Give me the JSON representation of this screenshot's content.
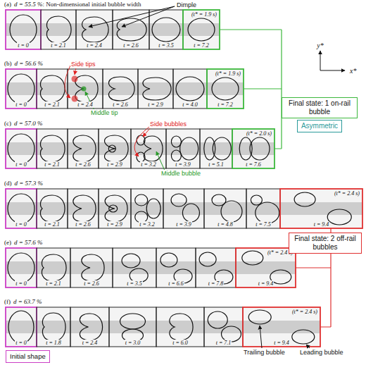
{
  "diagram": {
    "nodes": [
      {
        "text": [
          "Final state: 1 on-rail bubble"
        ]
      },
      {
        "text": [
          "Asymmetric"
        ]
      },
      {
        "text": [
          "Final state: 2 off-rail bubbles"
        ]
      },
      {
        "text": [
          "Initial shape"
        ]
      }
    ],
    "labels": [
      "(a)",
      "d = 55.5 %",
      ": Non-dimensional initial bubble width",
      "t = 0",
      "t = 2.1",
      "t = 2.4",
      "t = 2.6",
      "t = 3.5",
      "(t* = 1.9 s)",
      "t = 7.2",
      "(b)",
      "d = 56.6 %",
      "t = 0",
      "t = 2.1",
      "t = 2.4",
      "t = 2.6",
      "t = 2.9",
      "t = 4.0",
      "(t* = 1.9 s)",
      "t = 7.2",
      "(c)",
      "d = 57.0 %",
      "t = 0",
      "t = 2.1",
      "t = 2.6",
      "t = 2.9",
      "t = 3.2",
      "t = 3.9",
      "t = 5.1",
      "(t* = 2.0 s)",
      "t = 7.6",
      "(d)",
      "d = 57.3 %",
      "t = 0",
      "t = 2.1",
      "t = 2.6",
      "t = 2.9",
      "t = 3.2",
      "t = 3.9",
      "t = 4.8",
      "t = 7.5",
      "(t* = 2.4 s)",
      "t = 9.4",
      "(e)",
      "d = 57.6 %",
      "t = 0",
      "t = 2.1",
      "t = 2.6",
      "t = 3.5",
      "t = 6.6",
      "t = 7.8",
      "(t* = 2.4 s)",
      "t = 9.4",
      "(f)",
      "d = 63.7 %",
      "t = 0",
      "t = 1.8",
      "t = 2.4",
      "t = 3.0",
      "t = 6.0",
      "t = 7.1",
      "(t* = 2.4 s)",
      "t = 9.4",
      "Dimple",
      "Side tips",
      "Middle tip",
      "Side bubbles",
      "Middle bubble",
      "Trailing bubble",
      "Leading bubble",
      "y*",
      "x*"
    ]
  }
}
